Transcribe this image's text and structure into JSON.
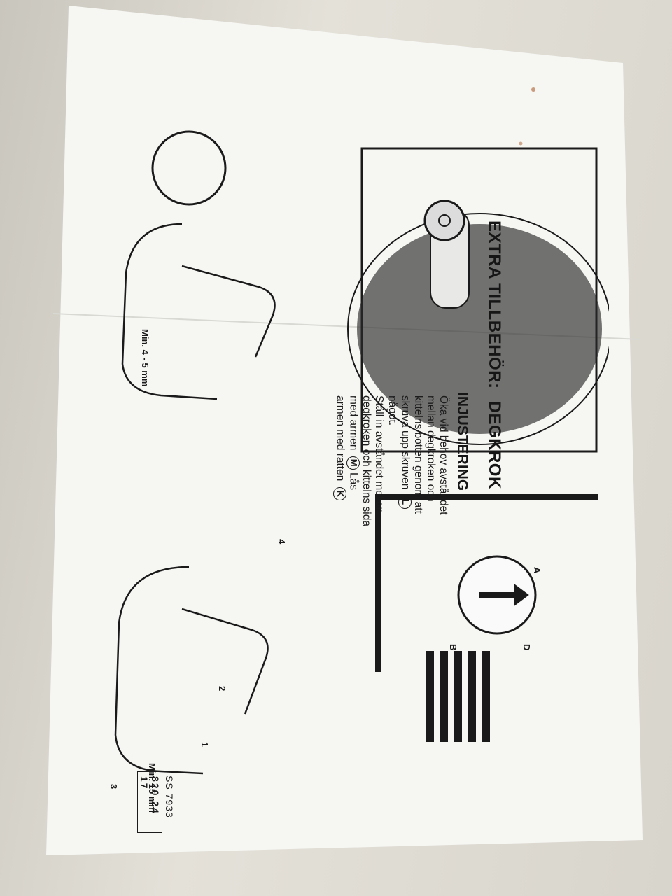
{
  "heading": {
    "part1": "EXTRA TILLBEHÖR:",
    "part2": "DEGKROK"
  },
  "subheading": "INJUSTERING",
  "paragraph1": [
    "Öka vid behov avståndet",
    "mellan degkroken och",
    "kittelns botten genom att",
    "skruva upp skruven",
    "något."
  ],
  "paragraph2": [
    "Ställ in avståndet mellan",
    "degkroken och kittelns sida",
    "med armen",
    "armen med ratten"
  ],
  "para2_inline": "Lås",
  "markers": {
    "L": "L",
    "M": "M",
    "K": "K"
  },
  "labels": {
    "min_bottom": "Min. 4 - 5 mm",
    "min_side": "Min. 15 mm",
    "num1": "1",
    "num2": "2",
    "num3": "3",
    "num4": "4",
    "dial_A": "A",
    "dial_B": "B",
    "dial_D": "D"
  },
  "doc_code": {
    "line1": "SS 7933",
    "line2": "820 24 17"
  },
  "colors": {
    "paper": "#f7f7f4",
    "ink": "#1a1a1a",
    "background": "#dcd9d1"
  }
}
